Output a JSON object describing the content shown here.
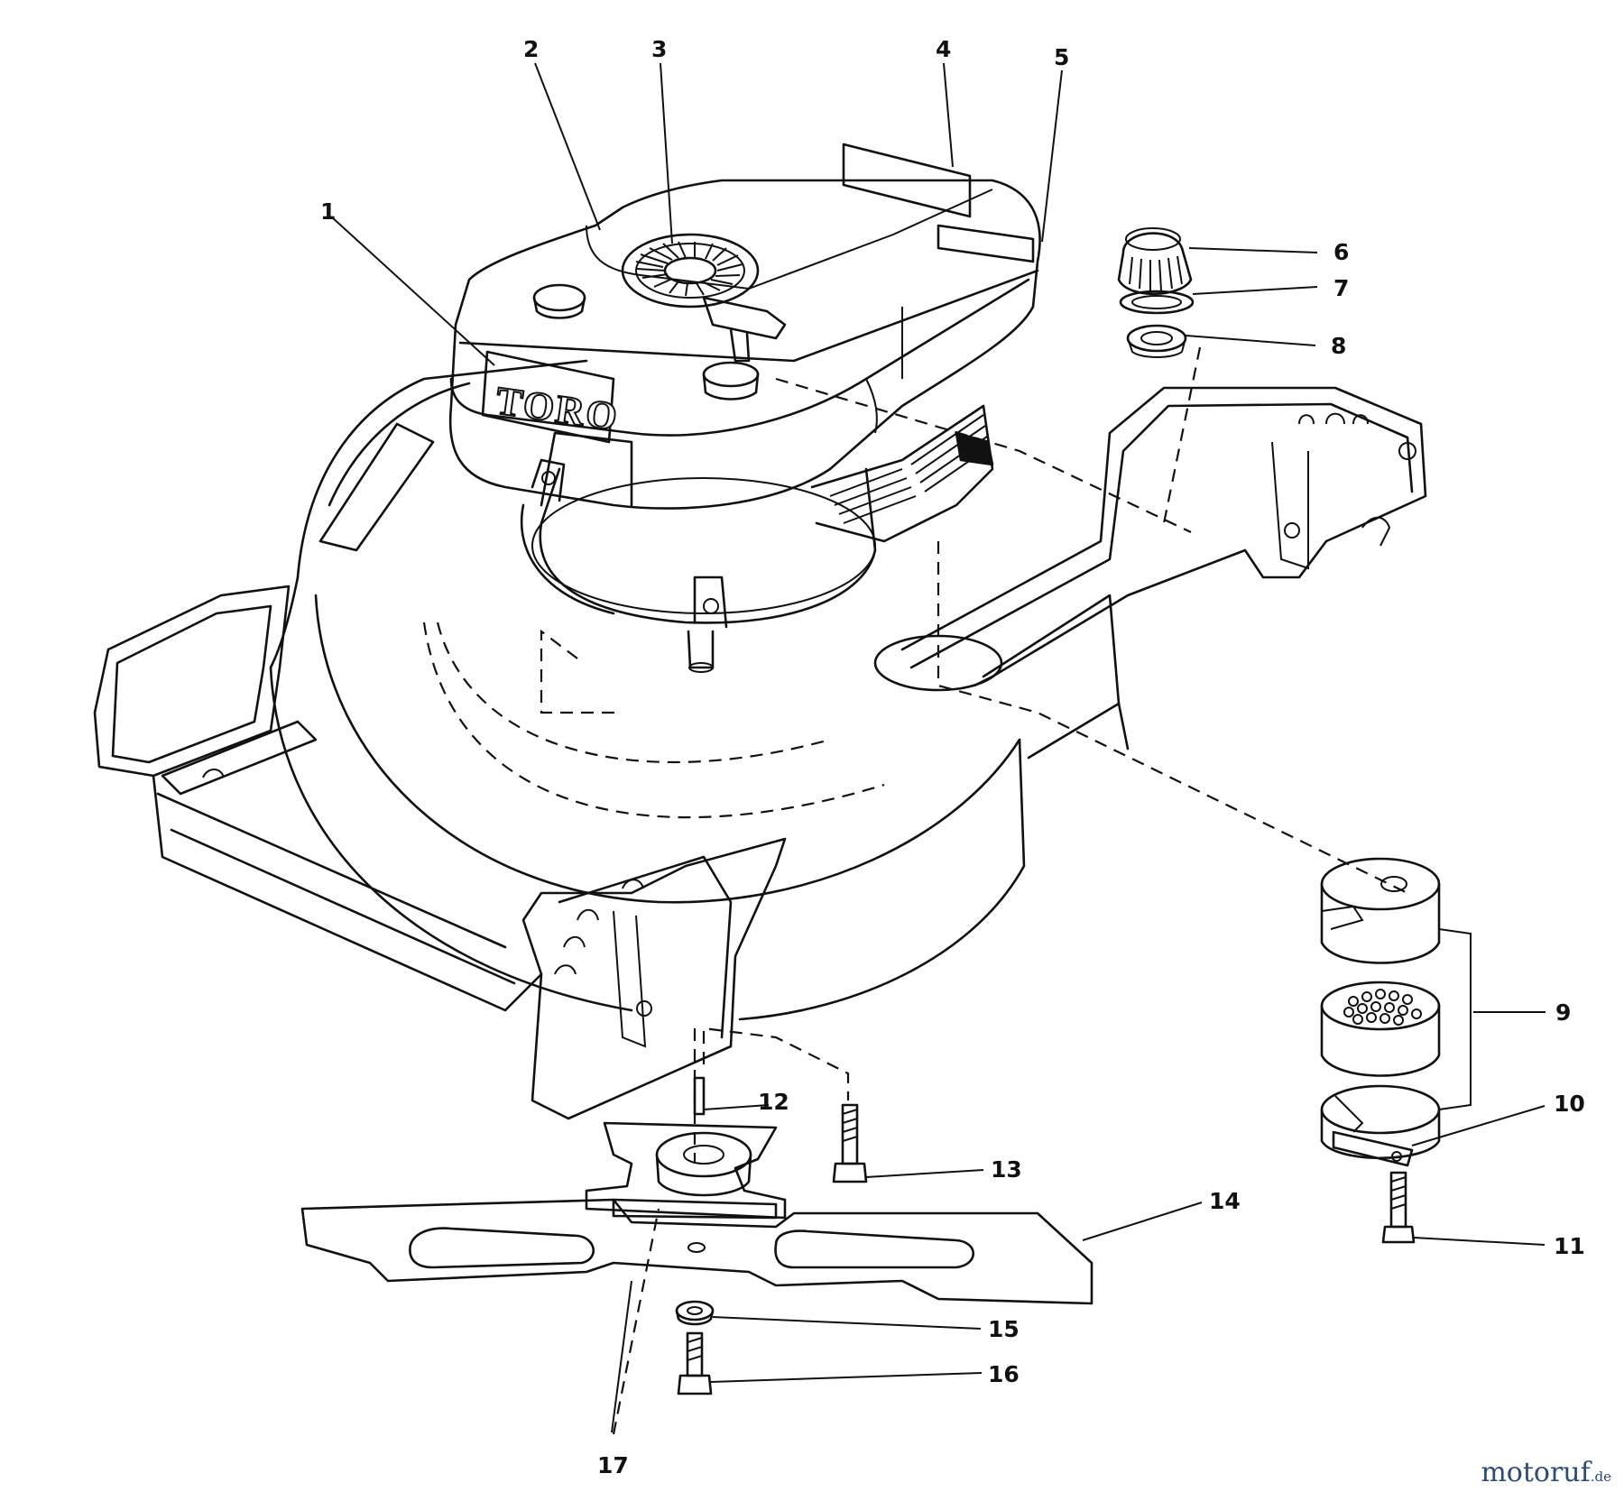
{
  "diagram": {
    "brand_label": "TORO",
    "callouts": [
      "1",
      "2",
      "3",
      "4",
      "5",
      "6",
      "7",
      "8",
      "9",
      "10",
      "11",
      "12",
      "13",
      "14",
      "15",
      "16",
      "17"
    ]
  },
  "watermark": {
    "text": "motoruf",
    "suffix": ".de"
  }
}
